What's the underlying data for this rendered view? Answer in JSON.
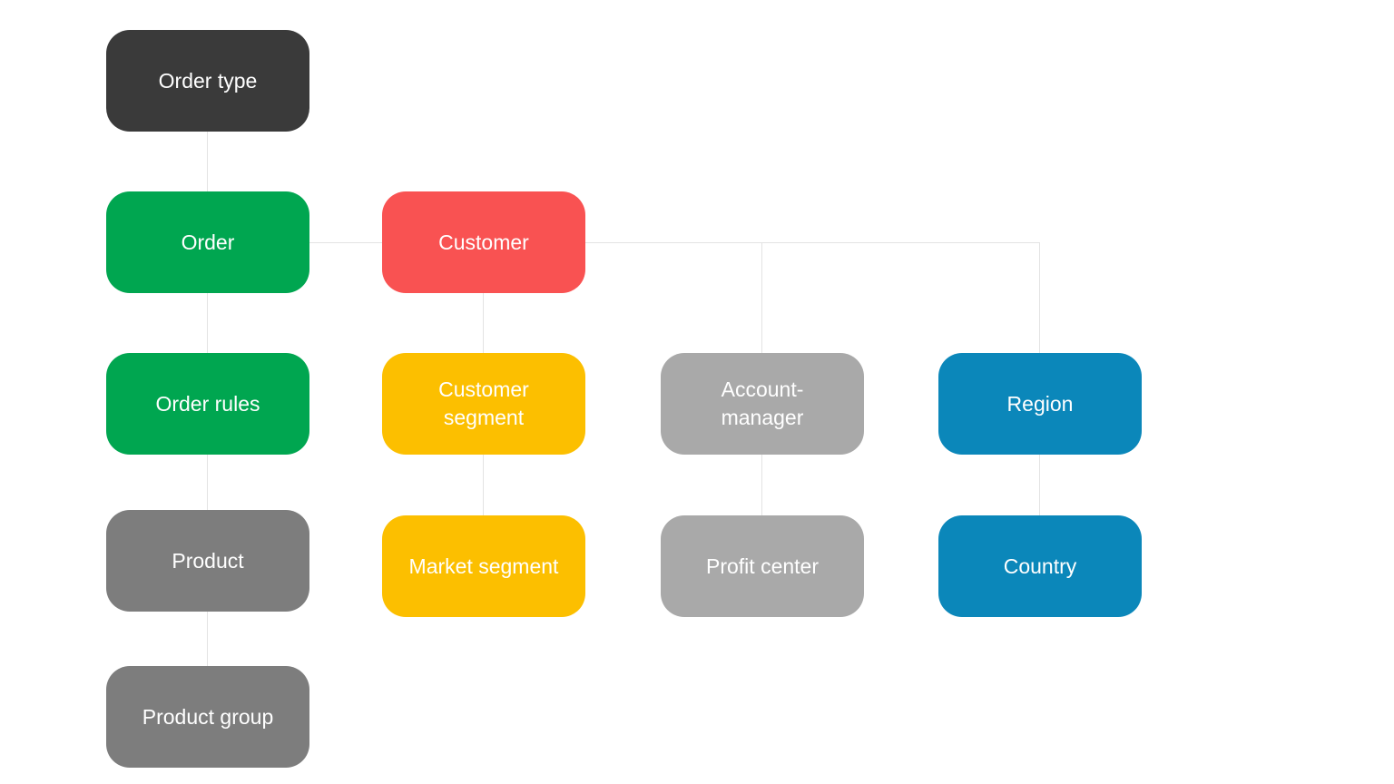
{
  "colors": {
    "background": "#ffffff",
    "text": "#ffffff",
    "connector": "#e3e3e3",
    "dark": "#3a3a3a",
    "green": "#00a650",
    "red": "#f95252",
    "yellow": "#fcbf00",
    "gray_light": "#a9a9a9",
    "gray_mid": "#7d7d7d",
    "blue": "#0b87ba"
  },
  "diagram": {
    "nodes": [
      {
        "id": "order-type",
        "label": "Order type",
        "color": "dark"
      },
      {
        "id": "order",
        "label": "Order",
        "color": "green"
      },
      {
        "id": "customer",
        "label": "Customer",
        "color": "red"
      },
      {
        "id": "order-rules",
        "label": "Order rules",
        "color": "green"
      },
      {
        "id": "customer-segment",
        "label": "Customer\nsegment",
        "color": "yellow"
      },
      {
        "id": "account-manager",
        "label": "Account-\nmanager",
        "color": "gray_light"
      },
      {
        "id": "region",
        "label": "Region",
        "color": "blue"
      },
      {
        "id": "product",
        "label": "Product",
        "color": "gray_mid"
      },
      {
        "id": "market-segment",
        "label": "Market segment",
        "color": "yellow"
      },
      {
        "id": "profit-center",
        "label": "Profit center",
        "color": "gray_light"
      },
      {
        "id": "country",
        "label": "Country",
        "color": "blue"
      },
      {
        "id": "product-group",
        "label": "Product group",
        "color": "gray_mid"
      }
    ],
    "edges": [
      {
        "from": "order-type",
        "to": "order"
      },
      {
        "from": "order",
        "to": "customer"
      },
      {
        "from": "order",
        "to": "order-rules"
      },
      {
        "from": "order-rules",
        "to": "product"
      },
      {
        "from": "product",
        "to": "product-group"
      },
      {
        "from": "customer",
        "to": "customer-segment"
      },
      {
        "from": "customer-segment",
        "to": "market-segment"
      },
      {
        "from": "customer",
        "to": "account-manager"
      },
      {
        "from": "customer",
        "to": "region"
      },
      {
        "from": "account-manager",
        "to": "profit-center"
      },
      {
        "from": "region",
        "to": "country"
      }
    ]
  }
}
